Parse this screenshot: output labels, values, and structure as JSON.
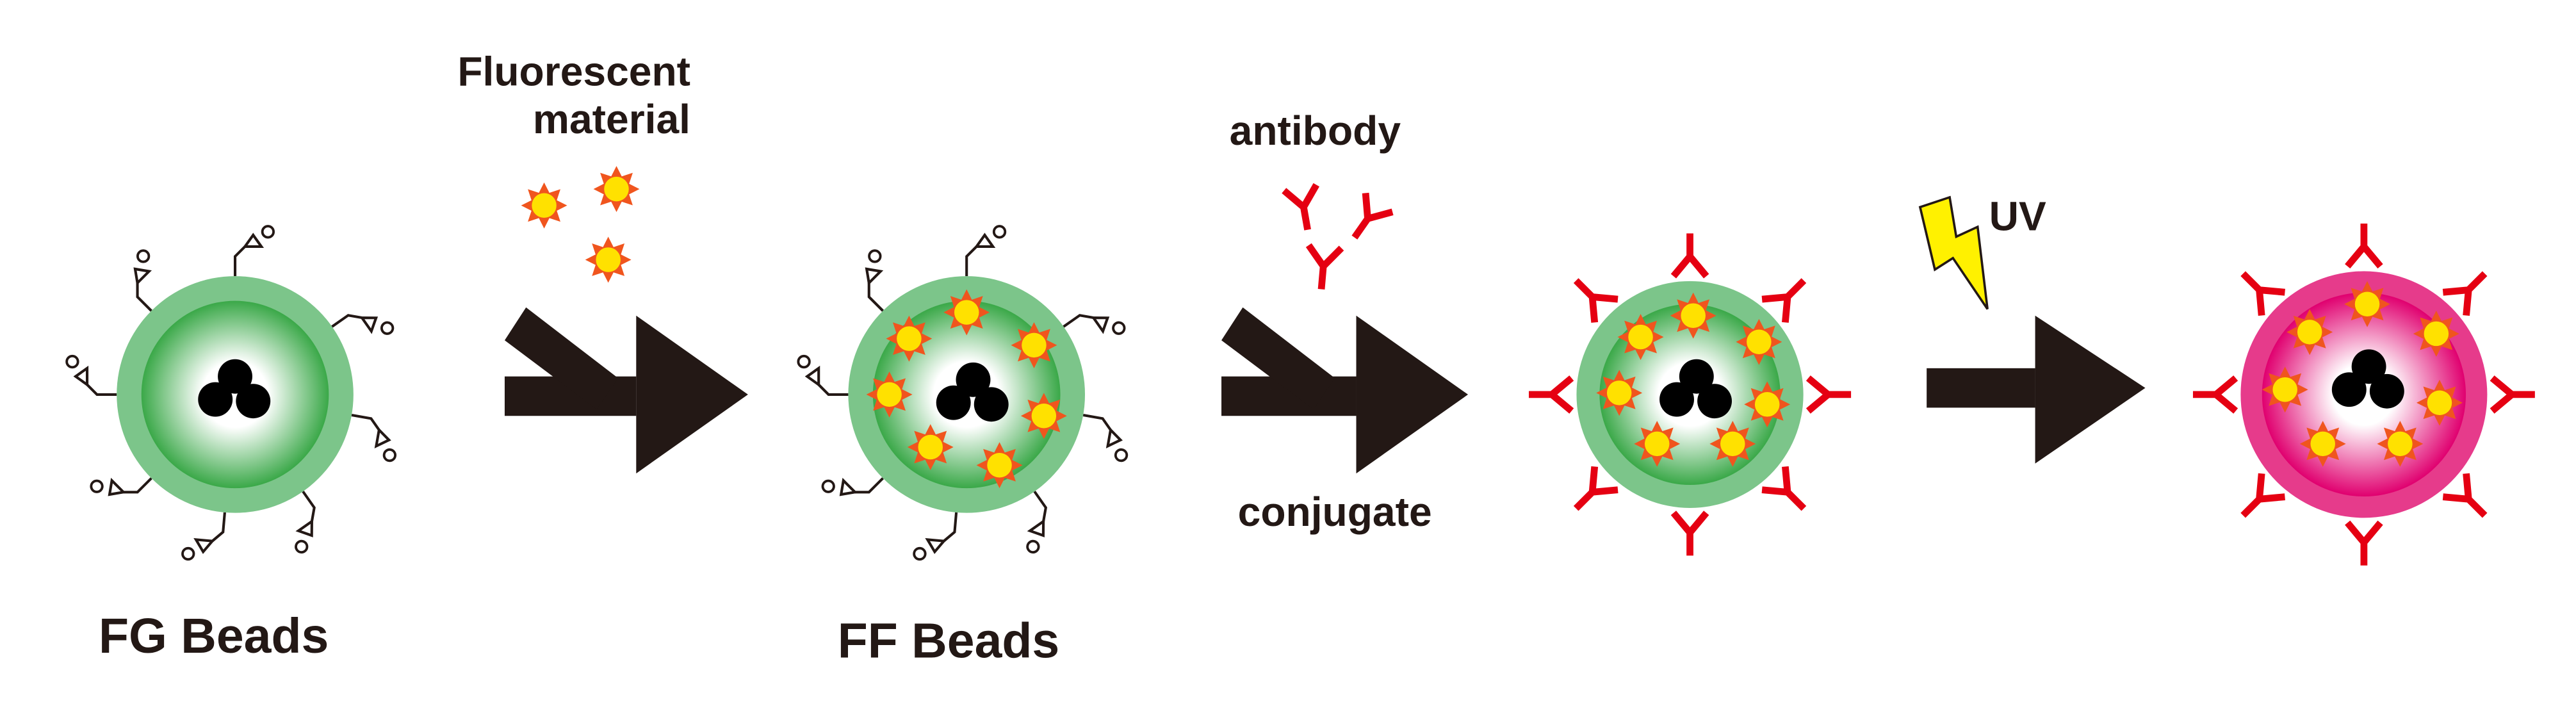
{
  "labels": {
    "fluorescent_line1": "Fluorescent",
    "fluorescent_line2": "material",
    "antibody": "antibody",
    "conjugate": "conjugate",
    "uv": "UV",
    "fg_beads": "FG Beads",
    "ff_beads": "FF Beads"
  },
  "colors": {
    "shell_green": "#7cc58a",
    "core_green": "#3aa848",
    "shell_pink": "#e63b8b",
    "core_pink": "#e0006f",
    "antibody_red": "#e50012",
    "star_yellow": "#ffe100",
    "star_orange": "#f0551e",
    "arrow_black": "#231815",
    "bolt_yellow": "#fff100"
  },
  "icons": [
    "epoxy-group-icon",
    "fluorescent-star-icon",
    "antibody-icon",
    "lightning-icon",
    "arrow-icon"
  ]
}
